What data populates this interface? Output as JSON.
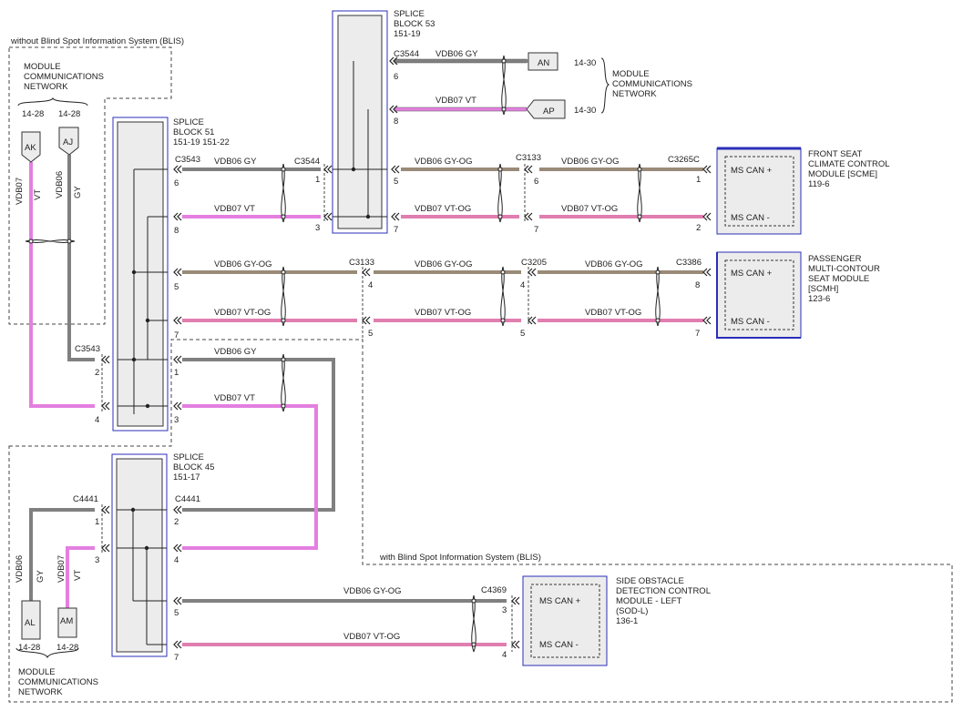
{
  "colors": {
    "gy": "#808080",
    "vt": "#e47fe0",
    "gy_og": "#9a8a78",
    "vt_og": "#e07eb0",
    "box_fill": "#ececec",
    "module_border": "#2b2fb8",
    "dash": "#444444"
  },
  "regions": {
    "no_blis": "without Blind Spot Information System (BLIS)",
    "with_blis": "with Blind Spot Information System (BLIS)"
  },
  "mcn_top_left": {
    "title_lines": [
      "MODULE",
      "COMMUNICATIONS",
      "NETWORK"
    ],
    "ref_ak": "14-28",
    "ref_aj": "14-28",
    "tag_ak": "AK",
    "tag_aj": "AJ",
    "wire_ak": "VDB07",
    "color_ak": "VT",
    "wire_aj": "VDB06",
    "color_aj": "GY"
  },
  "mcn_top_right": {
    "title_lines": [
      "MODULE",
      "COMMUNICATIONS",
      "NETWORK"
    ],
    "tag_an": "AN",
    "tag_ap": "AP",
    "ref_an": "14-30",
    "ref_ap": "14-30"
  },
  "mcn_bottom_left": {
    "title_lines": [
      "MODULE",
      "COMMUNICATIONS",
      "NETWORK"
    ],
    "tag_al": "AL",
    "tag_am": "AM",
    "ref_al": "14-28",
    "ref_am": "14-28",
    "wire_al": "VDB06",
    "color_al": "GY",
    "wire_am": "VDB07",
    "color_am": "VT"
  },
  "splice_blocks": {
    "sb53": {
      "lines": [
        "SPLICE",
        "BLOCK 53",
        "151-19"
      ]
    },
    "sb51": {
      "lines": [
        "SPLICE",
        "BLOCK 51",
        "151-19  151-22"
      ]
    },
    "sb45": {
      "lines": [
        "SPLICE",
        "BLOCK 45",
        "151-17"
      ]
    }
  },
  "modules": {
    "scme": {
      "lines": [
        "FRONT SEAT",
        "CLIMATE CONTROL",
        "MODULE [SCME]",
        "119-6"
      ],
      "pin_plus": "MS CAN +",
      "pin_minus": "MS CAN -"
    },
    "scmh": {
      "lines": [
        "PASSENGER",
        "MULTI-CONTOUR",
        "SEAT MODULE",
        "[SCMH]",
        "123-6"
      ],
      "pin_plus": "MS CAN +",
      "pin_minus": "MS CAN -"
    },
    "sodl": {
      "lines": [
        "SIDE OBSTACLE",
        "DETECTION CONTROL",
        "MODULE - LEFT",
        "(SOD-L)",
        "136-1"
      ],
      "pin_plus": "MS CAN +",
      "pin_minus": "MS CAN -"
    }
  },
  "connectors": {
    "c3544_a": "C3544",
    "c3544_b": "C3544",
    "c3543_a": "C3543",
    "c3543_b": "C3543",
    "c3133_a": "C3133",
    "c3133_b": "C3133",
    "c3265c": "C3265C",
    "c3205": "C3205",
    "c3386": "C3386",
    "c4441_a": "C4441",
    "c4441_b": "C4441",
    "c4369": "C4369"
  },
  "wire_labels": {
    "sb53_gy": "VDB06   GY",
    "sb53_vt": "VDB07   VT",
    "r1_a": "VDB06   GY",
    "r1_b": "VDB06   GY-OG",
    "r1_c": "VDB06   GY-OG",
    "r2_a": "VDB07   VT",
    "r2_b": "VDB07   VT-OG",
    "r2_c": "VDB07   VT-OG",
    "r3_a": "VDB06   GY-OG",
    "r3_b": "VDB06   GY-OG",
    "r3_c": "VDB06   GY-OG",
    "r4_a": "VDB07   VT-OG",
    "r4_b": "VDB07   VT-OG",
    "r4_c": "VDB07   VT-OG",
    "r5": "VDB06   GY",
    "r6": "VDB07   VT",
    "r7": "VDB06   GY-OG",
    "r8": "VDB07   VT-OG"
  },
  "pins": {
    "p6a": "6",
    "p8a": "8",
    "p6b": "6",
    "p8b": "8",
    "p1a": "1",
    "p3a": "3",
    "p5a": "5",
    "p7a": "7",
    "p6c": "6",
    "p7c": "7",
    "p1c": "1",
    "p2c": "2",
    "p5d": "5",
    "p7d": "7",
    "p4d": "4",
    "p5e": "5",
    "p4e": "4",
    "p8e": "8",
    "p7e": "7",
    "p2f": "2",
    "p4f": "4",
    "p1f": "1",
    "p3f": "3",
    "p1g": "1",
    "p3g": "3",
    "p2g": "2",
    "p4g": "4",
    "p5g": "5",
    "p7g": "7",
    "p3h": "3",
    "p4h": "4"
  }
}
